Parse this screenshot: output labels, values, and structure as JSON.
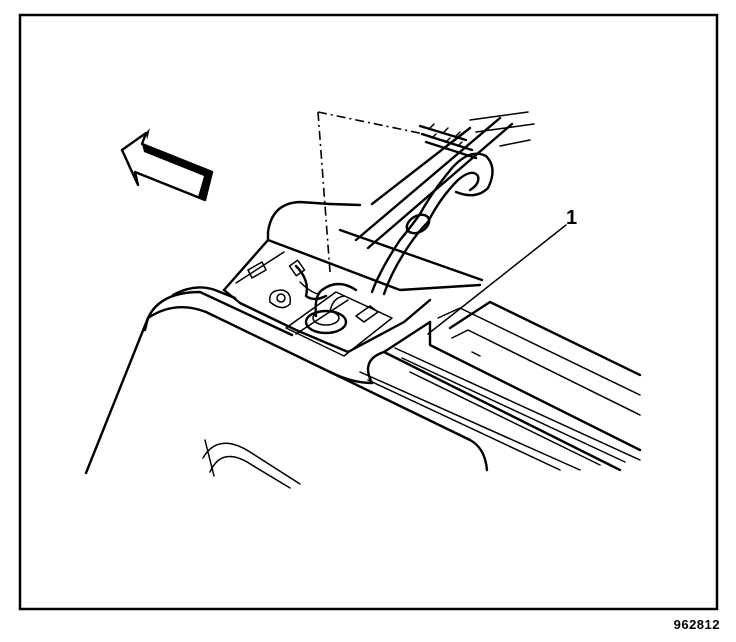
{
  "diagram": {
    "callouts": [
      {
        "id": "callout-1",
        "label": "1"
      }
    ],
    "figure_number": "962812",
    "colors": {
      "ink": "#000000",
      "paper": "#ffffff"
    }
  }
}
